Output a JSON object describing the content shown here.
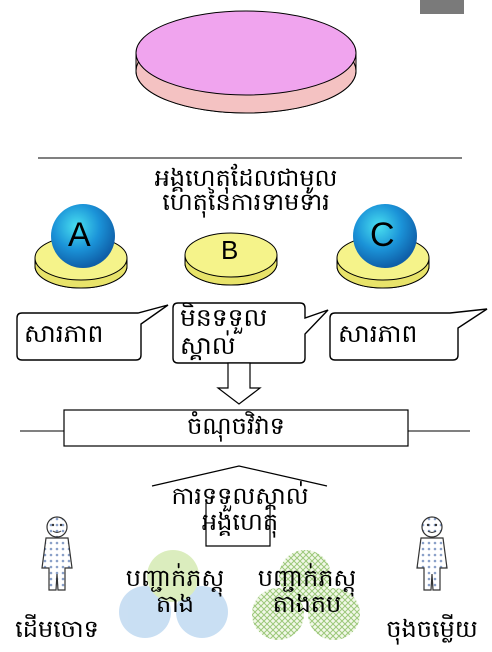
{
  "colors": {
    "top_ellipse": "#f0a4ee",
    "top_ellipse_side": "#f4c2c2",
    "plate_fill": "#f5f38a",
    "plate_side": "#e8e36a",
    "ball_blue": "#1b93d8",
    "ball_highlight": "#49e0f0",
    "corner_tab": "#7a7a7a",
    "circle_a": "#c4dcf2",
    "circle_b": "#d8f0b4"
  },
  "title_lines": [
    "អង្គហេតុដែលជាមូល",
    "ហេតុនៃការទាមទារ"
  ],
  "plates": [
    {
      "letter": "A",
      "has_ball": true
    },
    {
      "letter": "B",
      "has_ball": false
    },
    {
      "letter": "C",
      "has_ball": true
    }
  ],
  "callouts": {
    "left": "សារភាព",
    "center": [
      "មិនទទួល",
      "ស្គាល់"
    ],
    "right": "សារភាព"
  },
  "dispute_label": "ចំណុចវិវាទ",
  "recognition_lines": [
    "ការទទួលស្គាល់",
    "អង្គហេតុ"
  ],
  "evidence_left": [
    "បញ្ជាក់ភស្តុ",
    "តាង"
  ],
  "evidence_right": [
    "បញ្ជាក់ភស្តុ",
    "តាងតប"
  ],
  "plaintiff": "ដើមចោទ",
  "defendant": "ចុងចម្លើយ"
}
